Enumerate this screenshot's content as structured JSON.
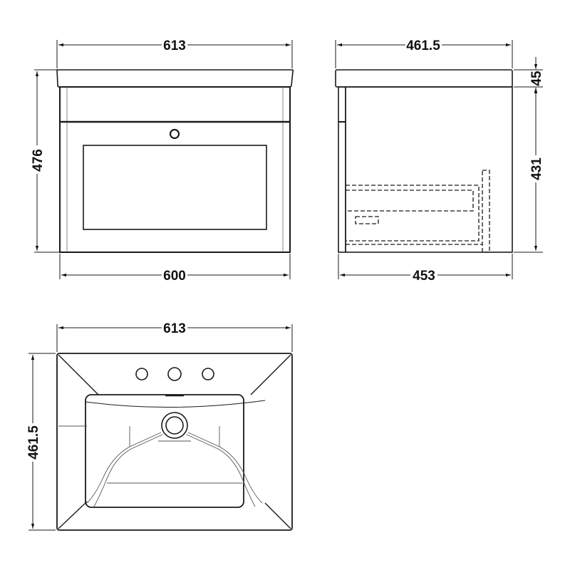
{
  "diagram": {
    "type": "technical-drawing",
    "subject": "wall hung vanity unit with basin",
    "units": "mm",
    "line_color": "#1a1a1a",
    "thin_line_color": "#888888",
    "views": {
      "front": {
        "dims": {
          "top_width": "613",
          "bottom_width": "600",
          "height": "476"
        }
      },
      "side": {
        "dims": {
          "top_depth": "461.5",
          "bottom_depth": "453",
          "basin_thickness": "45",
          "cabinet_height": "431"
        }
      },
      "plan": {
        "dims": {
          "width": "613",
          "depth": "461.5"
        },
        "tap_holes": 3
      }
    }
  }
}
